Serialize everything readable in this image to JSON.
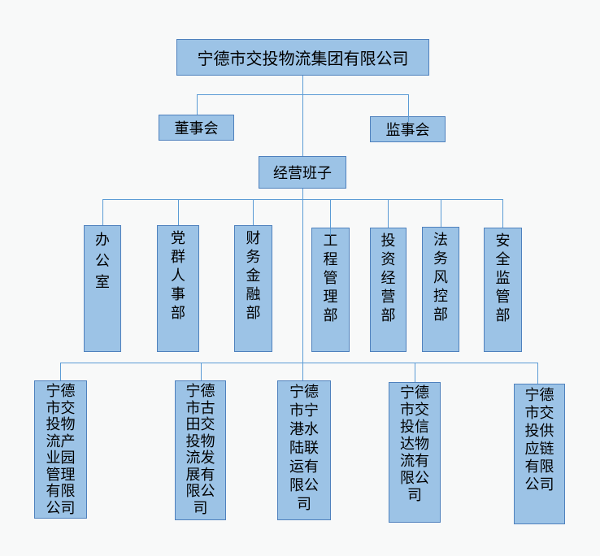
{
  "colors": {
    "background": "#f8f9f9",
    "node_fill": "#9cc3e6",
    "node_border": "#4f81bd",
    "connector": "#5b9bd5",
    "text": "#000000"
  },
  "org_chart": {
    "root": {
      "label": "宁德市交投物流集团有限公司"
    },
    "board": {
      "label": "董事会"
    },
    "supervisory": {
      "label": "监事会"
    },
    "management": {
      "label": "经营班子"
    },
    "departments": [
      {
        "label": "办公室"
      },
      {
        "label": "党群人事部"
      },
      {
        "label": "财务金融部"
      },
      {
        "label": "工程管理部"
      },
      {
        "label": "投资经营部"
      },
      {
        "label": "法务风控部"
      },
      {
        "label": "安全监管部"
      }
    ],
    "subsidiaries": [
      {
        "label": "宁德市交投物流产业园管理有限公司"
      },
      {
        "label": "宁德市古田交投物流发展有限公司"
      },
      {
        "label": "宁德市宁港水陆联运有限公司"
      },
      {
        "label": "宁德市交投信达物流有限公司"
      },
      {
        "label": "宁德市交投供应链有限公司"
      }
    ]
  }
}
